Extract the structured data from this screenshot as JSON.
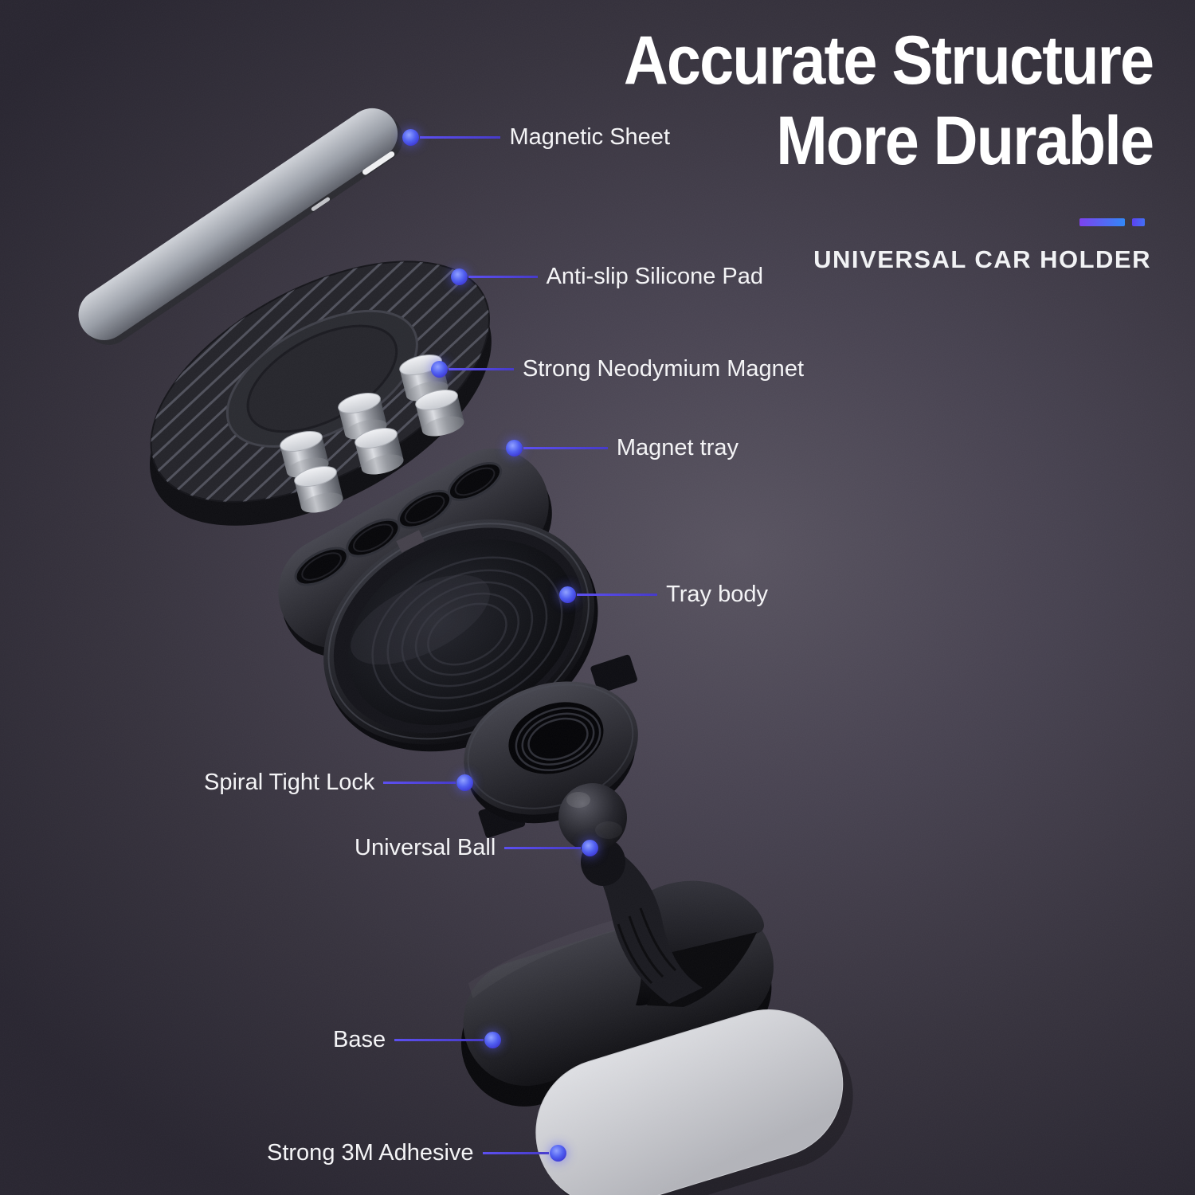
{
  "header": {
    "title_line1": "Accurate Structure",
    "title_line2": "More Durable",
    "subtitle": "UNIVERSAL CAR HOLDER"
  },
  "colors": {
    "accent_line": "#4a3ed2",
    "dot_core": "#8fa0ff",
    "dot_ring": "#3c4ce0",
    "bar_gradient_start": "#7b3ff0",
    "bar_gradient_end": "#2f86f7",
    "text": "#f4f4f6",
    "background_center": "#585360",
    "background_edge": "#282530"
  },
  "callouts": [
    {
      "label": "Magnetic Sheet",
      "side": "right"
    },
    {
      "label": "Anti-slip Silicone Pad",
      "side": "right"
    },
    {
      "label": "Strong Neodymium Magnet",
      "side": "right"
    },
    {
      "label": "Magnet tray",
      "side": "right"
    },
    {
      "label": "Tray body",
      "side": "right"
    },
    {
      "label": "Spiral Tight Lock",
      "side": "left"
    },
    {
      "label": "Universal Ball",
      "side": "left"
    },
    {
      "label": "Base",
      "side": "left"
    },
    {
      "label": "Strong 3M Adhesive",
      "side": "left"
    }
  ],
  "parts": [
    "Magnetic Sheet",
    "Anti-slip Silicone Pad",
    "Strong Neodymium Magnet",
    "Magnet tray",
    "Tray body",
    "Spiral Tight Lock",
    "Universal Ball",
    "Base",
    "Strong 3M Adhesive"
  ]
}
